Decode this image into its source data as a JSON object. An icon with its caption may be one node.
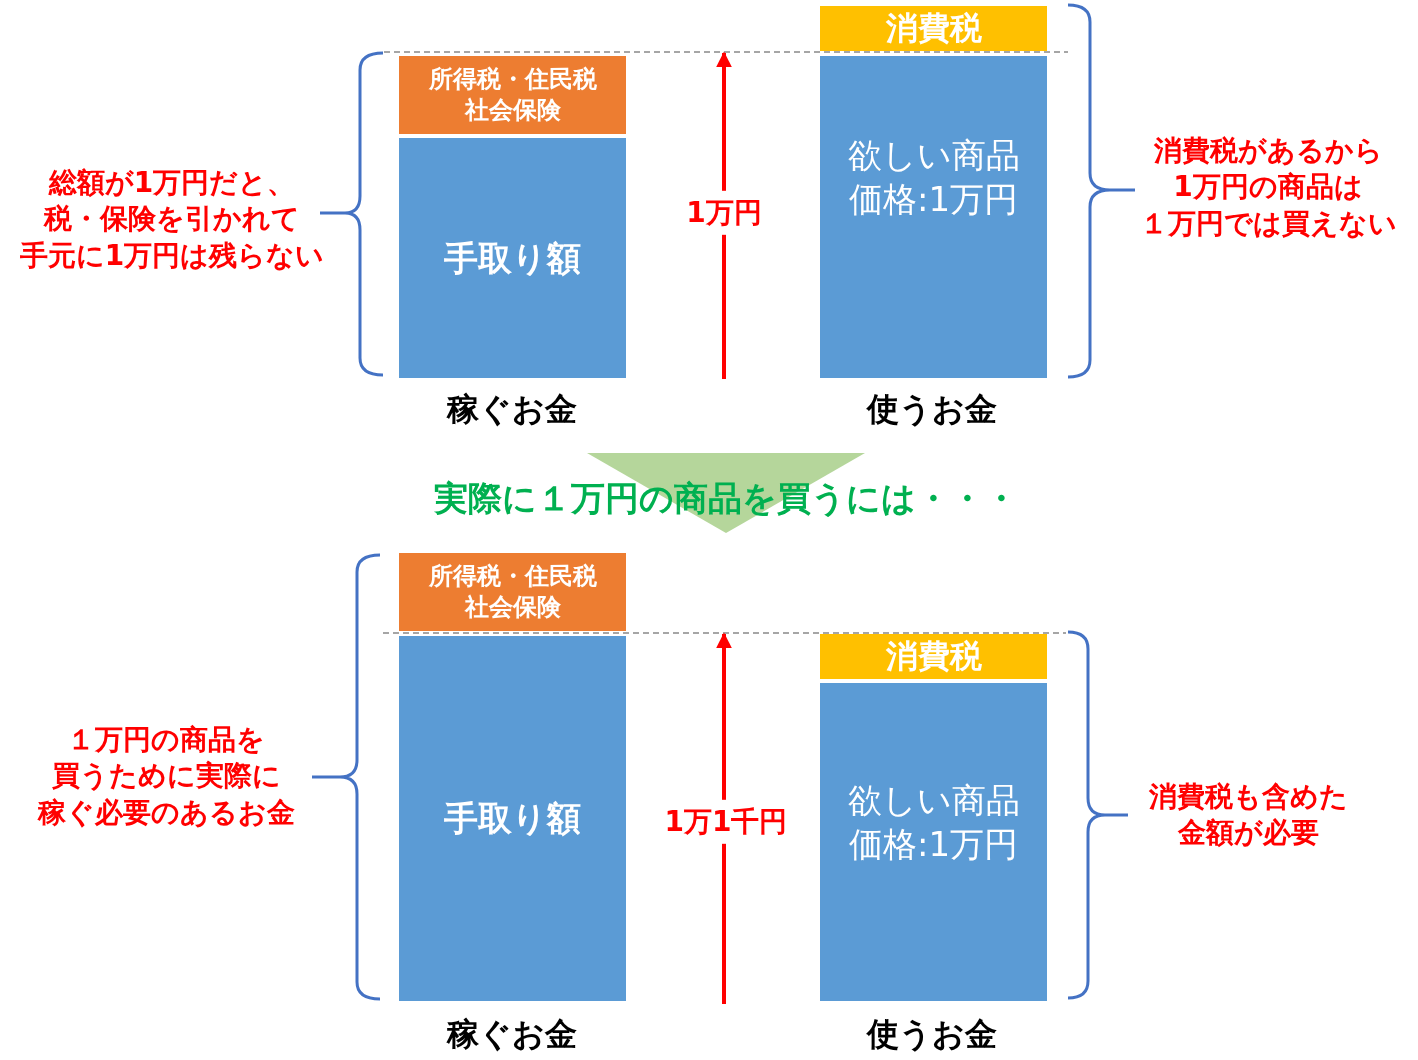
{
  "diagram": {
    "nodes": [
      {
        "text": [
          "所得税・住民税社会保険"
        ]
      },
      {
        "text": [
          "手取り額"
        ]
      },
      {
        "text": [
          "消費税"
        ]
      },
      {
        "text": [
          "欲しい商品価格:1万円"
        ]
      },
      {
        "text": [
          "所得税・住民税社会保険"
        ]
      },
      {
        "text": [
          "手取り額"
        ]
      },
      {
        "text": [
          "消費税"
        ]
      },
      {
        "text": [
          "欲しい商品価格:1万円"
        ]
      }
    ],
    "labels": [
      "総額が1万円だと、税・保険を引かれて手元に1万円は残らない",
      "1万円",
      "消費税があるから1万円の商品は１万円では買えない",
      "稼ぐお金",
      "使うお金",
      "実際に１万円の商品を買うには・・・",
      "１万円の商品を買うために実際に稼ぐ必要のあるお金",
      "1万1千円",
      "消費税も含めた金額が必要",
      "稼ぐお金",
      "使うお金"
    ]
  }
}
